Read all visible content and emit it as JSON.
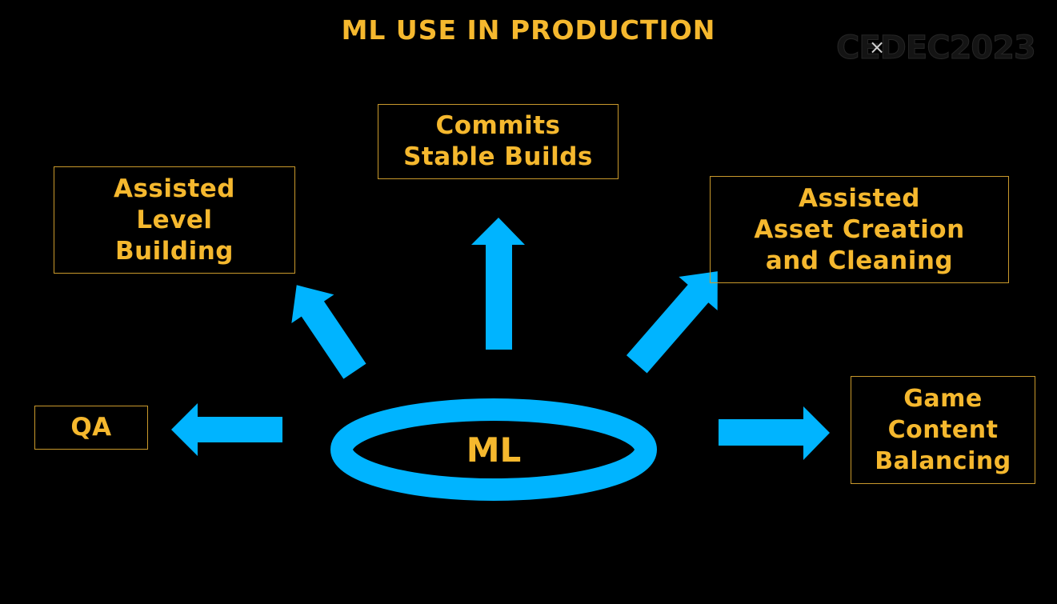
{
  "slide": {
    "title": "ML USE IN PRODUCTION",
    "logo_text": "CEDEC2023",
    "logo_mark": "×"
  },
  "diagram": {
    "center": {
      "label": "ML"
    },
    "nodes": [
      {
        "id": "commits",
        "label": "Commits\nStable Builds"
      },
      {
        "id": "level",
        "label": "Assisted\nLevel\nBuilding"
      },
      {
        "id": "asset",
        "label": "Assisted\nAsset Creation\nand Cleaning"
      },
      {
        "id": "qa",
        "label": "QA"
      },
      {
        "id": "balancing",
        "label": "Game\nContent\nBalancing"
      }
    ]
  },
  "colors": {
    "background": "#000000",
    "text": "#f5b82e",
    "box_border": "#c9992c",
    "arrow": "#00b4ff"
  }
}
